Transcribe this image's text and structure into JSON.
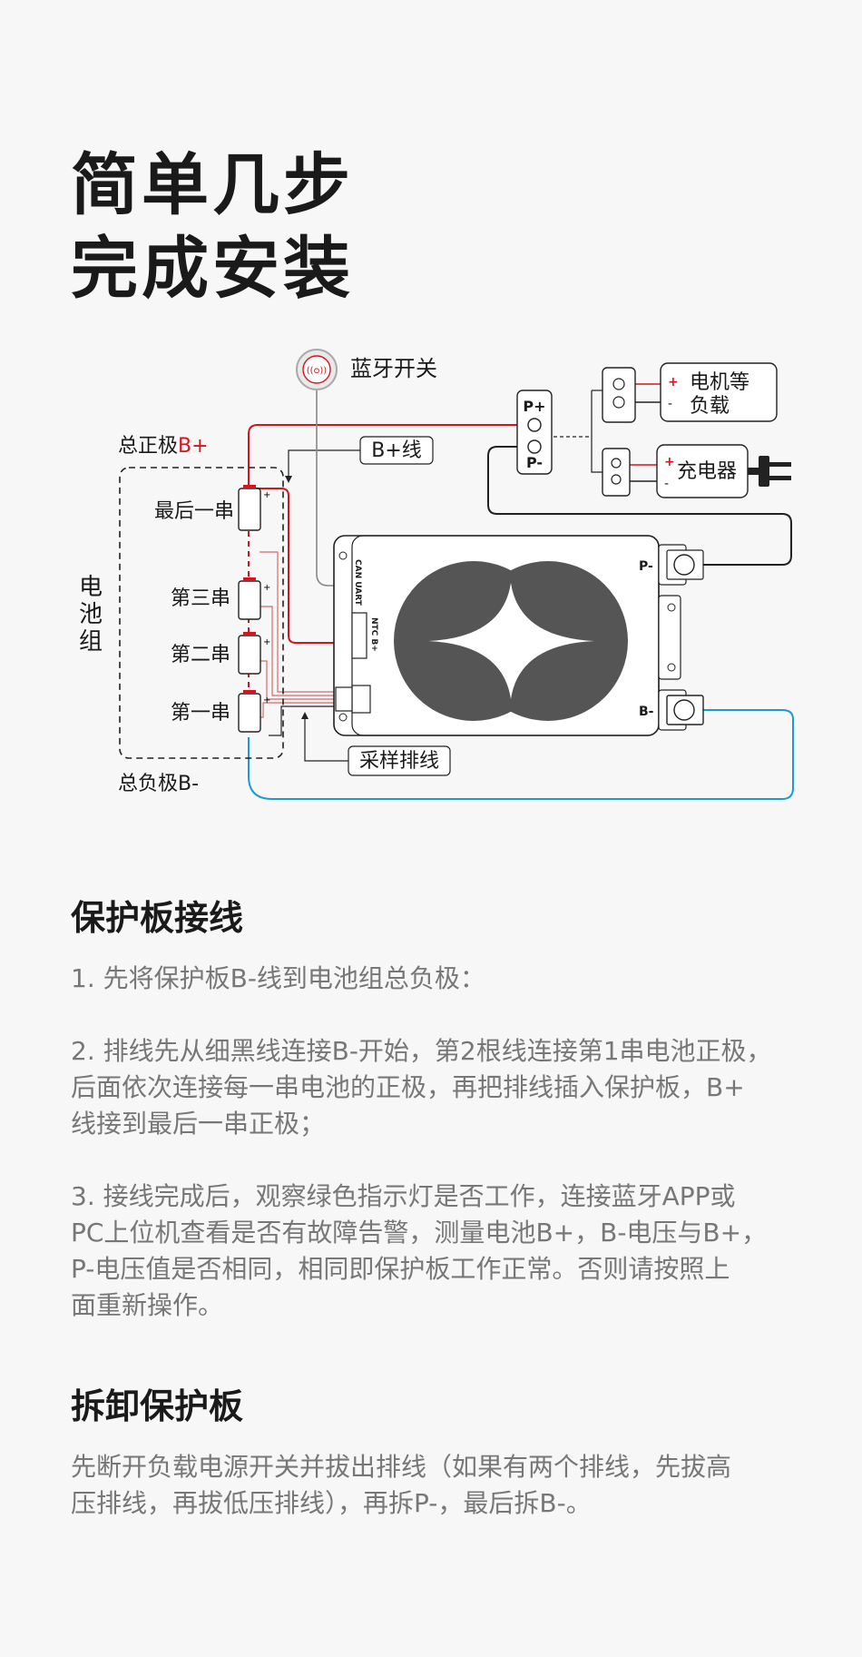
{
  "title": {
    "line1": "简单几步",
    "line2": "完成安装"
  },
  "diagram": {
    "bluetooth_switch": "蓝牙开关",
    "total_positive_prefix": "总正极",
    "total_positive_suffix": "B+",
    "total_negative": "总负极B-",
    "b_plus_wire": "B+线",
    "battery_pack": [
      "电",
      "池",
      "组"
    ],
    "cells": {
      "last": "最后一串",
      "third": "第三串",
      "second": "第二串",
      "first": "第一串"
    },
    "sampling_cable": "采样排线",
    "p_plus": "P+",
    "p_minus": "P-",
    "motor_load_line1": "电机等",
    "motor_load_line2": "负载",
    "charger": "充电器",
    "board_p_minus": "P-",
    "board_b_minus": "B-",
    "can_uart": "CAN UART",
    "ntc_b_plus": "NTC B+",
    "plus_sign": "+",
    "minus_sign": "-",
    "colors": {
      "positive_wire": "#d7141e",
      "negative_wire": "#1a9ad6",
      "logo": "#555555"
    }
  },
  "wiring": {
    "title": "保护板接线",
    "step1": "1. 先将保护板B-线到电池组总负极：",
    "step2_lines": [
      "2. 排线先从细黑线连接B-开始，第2根线连接第1串电池正极，",
      "后面依次连接每一串电池的正极，再把排线插入保护板，B+",
      "线接到最后一串正极；"
    ],
    "step3_lines": [
      "3. 接线完成后，观察绿色指示灯是否工作，连接蓝牙APP或",
      "PC上位机查看是否有故障告警，测量电池B+，B-电压与B+，",
      "P-电压值是否相同，相同即保护板工作正常。否则请按照上",
      "面重新操作。"
    ]
  },
  "removal": {
    "title": "拆卸保护板",
    "lines": [
      "先断开负载电源开关并拔出排线（如果有两个排线，先拔高",
      "压排线，再拔低压排线），再拆P-，最后拆B-。"
    ]
  }
}
